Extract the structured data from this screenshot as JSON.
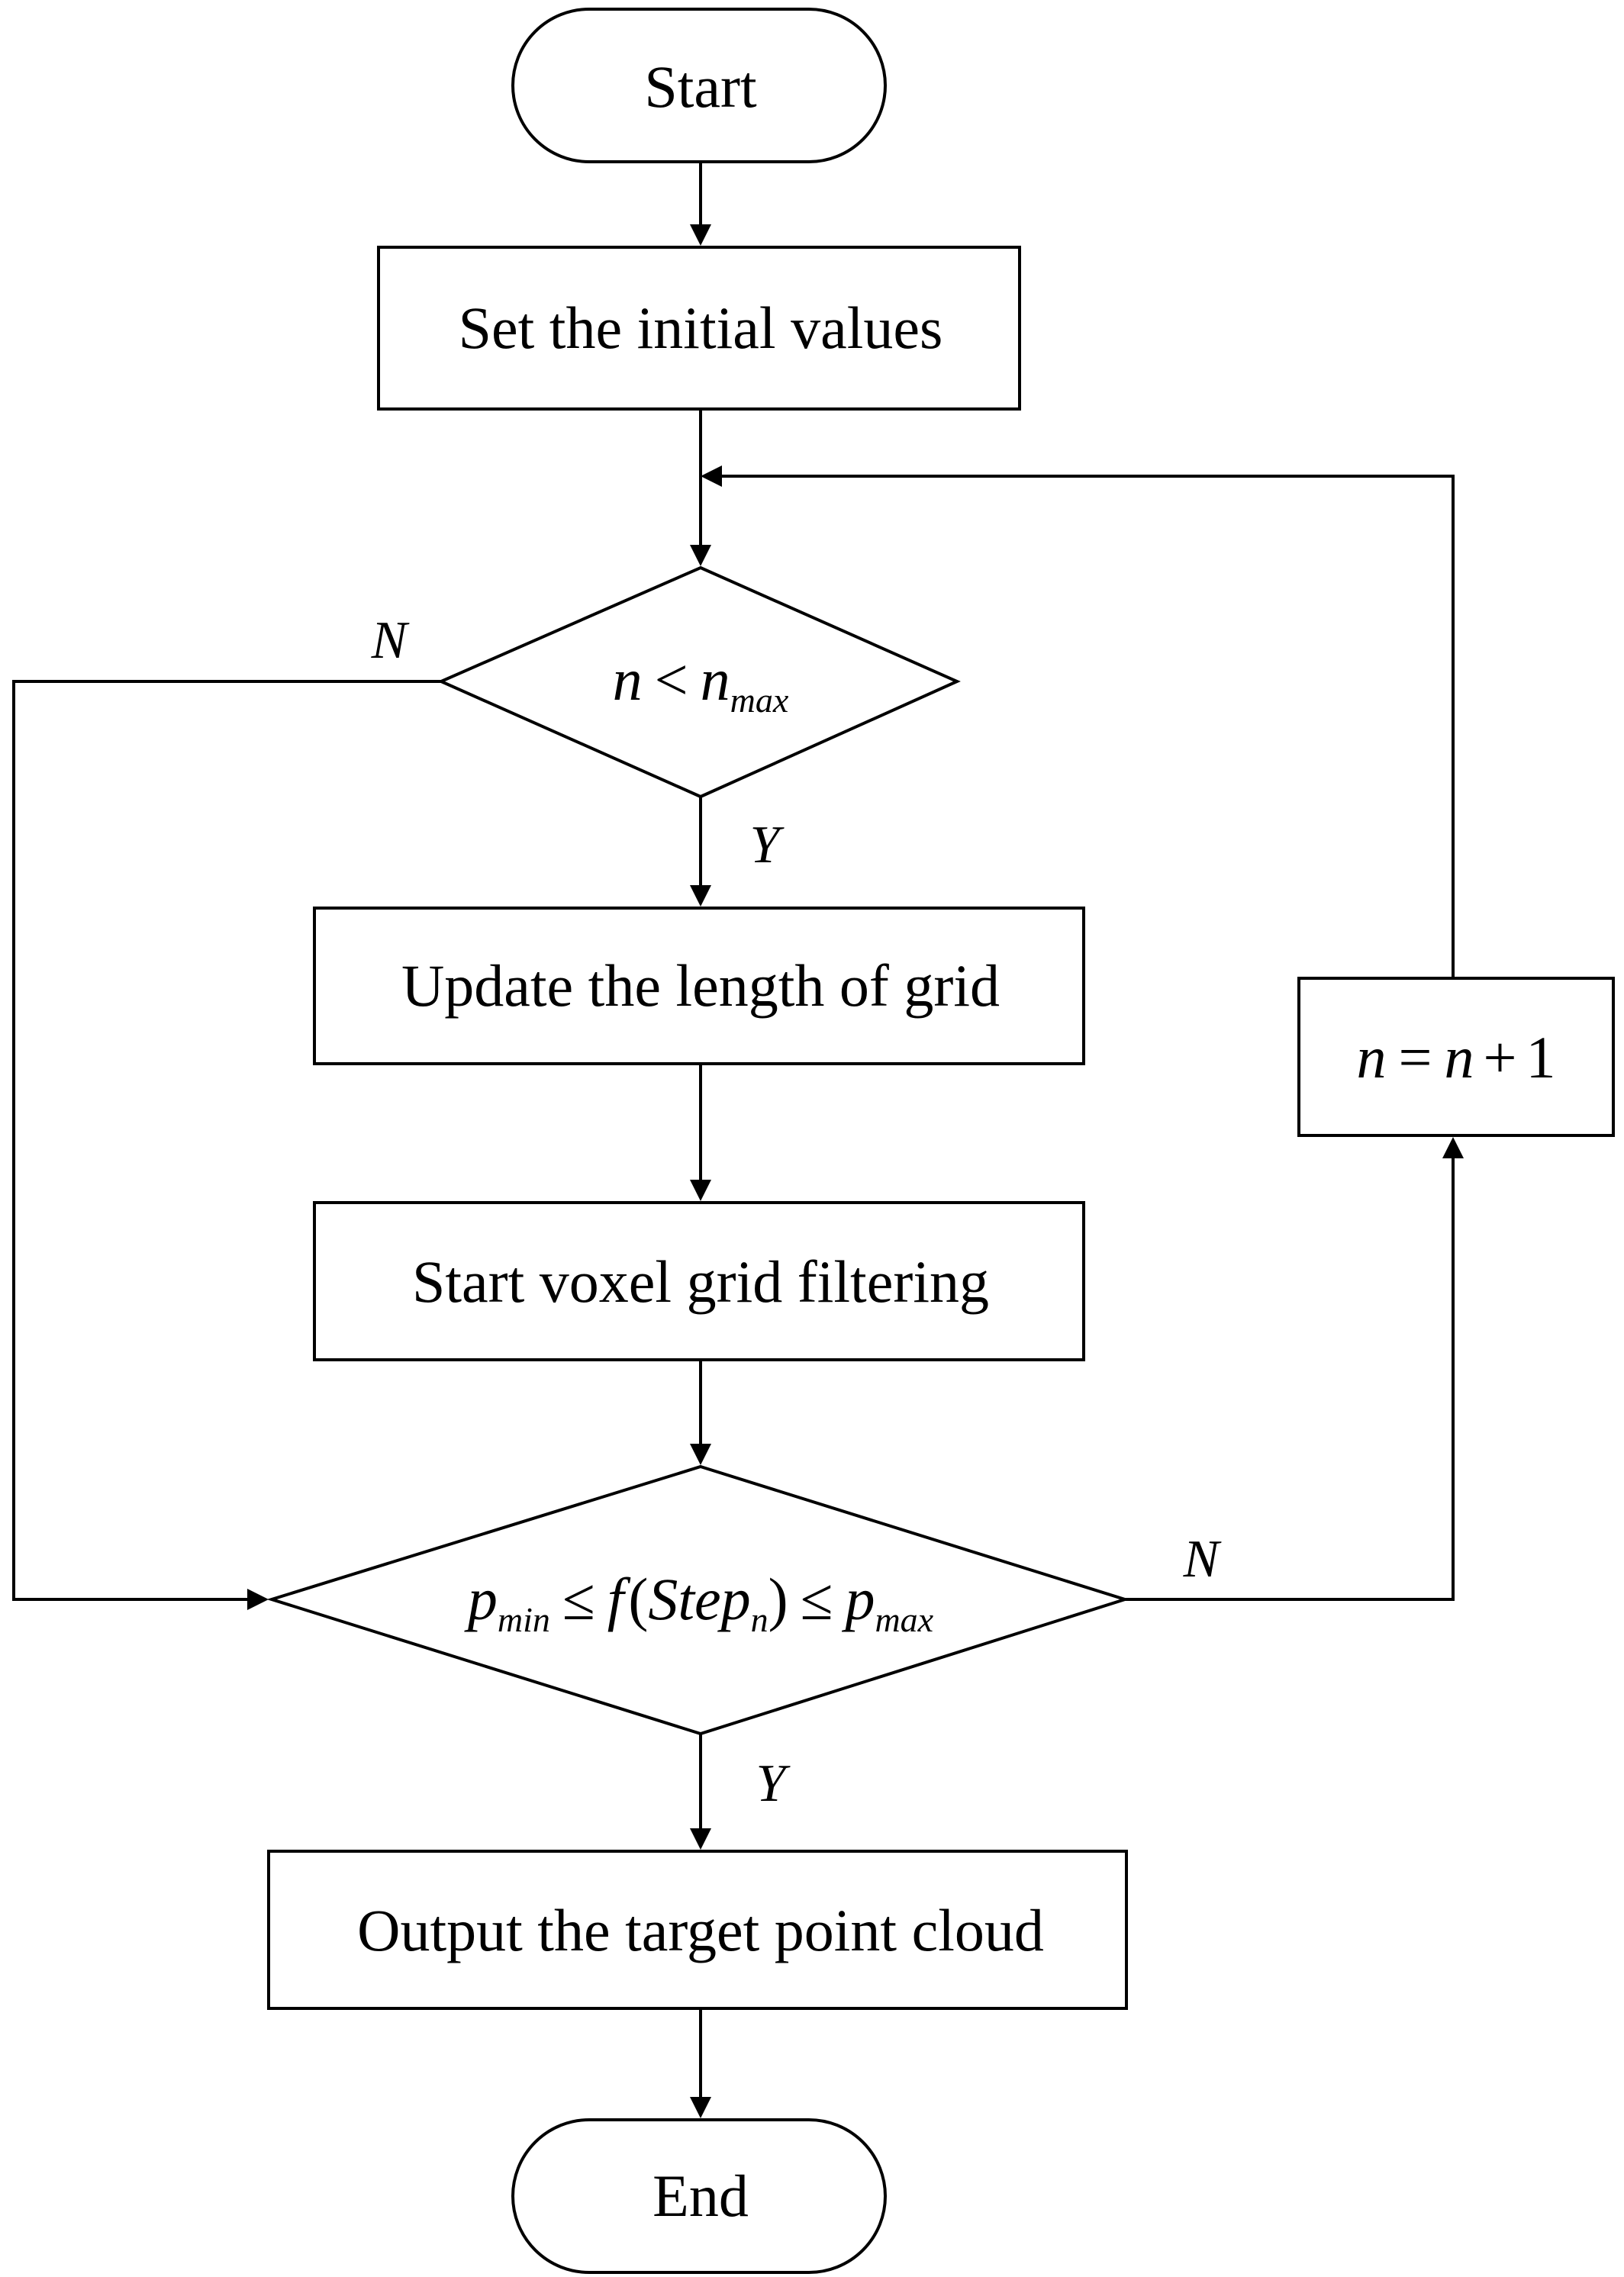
{
  "nodes": {
    "start": "Start",
    "init": "Set the initial values",
    "cond_n": {
      "left": "n",
      "op": "<",
      "var": "n",
      "sub": "max"
    },
    "update": "Update the length of grid",
    "filter": "Start voxel grid filtering",
    "cond_p": {
      "p1": "p",
      "p1_sub": "min",
      "op1": "≤",
      "f": "f",
      "lparen": "(",
      "step": "Step",
      "step_sub": "n",
      "rparen": ")",
      "op2": "≤",
      "p2": "p",
      "p2_sub": "max"
    },
    "output": "Output the target point cloud",
    "end": "End",
    "incr": {
      "left": "n",
      "eq": "=",
      "mid": "n",
      "plus": "+",
      "one": "1"
    }
  },
  "branch_labels": {
    "cond_n_no": "N",
    "cond_n_yes": "Y",
    "cond_p_no": "N",
    "cond_p_yes": "Y"
  }
}
